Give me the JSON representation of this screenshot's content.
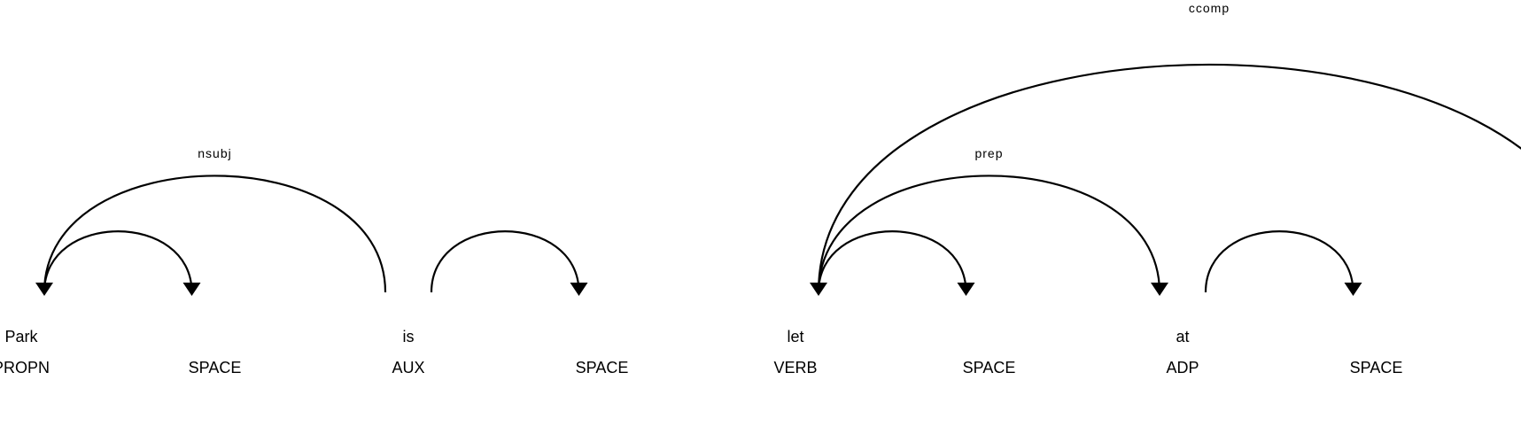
{
  "tokens": [
    {
      "text": "Park",
      "tag": "PROPN"
    },
    {
      "text": "",
      "tag": "SPACE"
    },
    {
      "text": "is",
      "tag": "AUX"
    },
    {
      "text": "",
      "tag": "SPACE"
    },
    {
      "text": "let",
      "tag": "VERB"
    },
    {
      "text": "",
      "tag": "SPACE"
    },
    {
      "text": "at",
      "tag": "ADP"
    },
    {
      "text": "",
      "tag": "SPACE"
    }
  ],
  "arcs": [
    {
      "label": "",
      "start": 0,
      "end": 1,
      "dir": "right"
    },
    {
      "label": "nsubj",
      "start": 0,
      "end": 2,
      "dir": "left"
    },
    {
      "label": "",
      "start": 2,
      "end": 3,
      "dir": "right"
    },
    {
      "label": "",
      "start": 4,
      "end": 5,
      "dir": "right"
    },
    {
      "label": "prep",
      "start": 4,
      "end": 6,
      "dir": "right"
    },
    {
      "label": "ccomp",
      "start": 4,
      "end": 8,
      "dir": "left"
    },
    {
      "label": "",
      "start": 6,
      "end": 7,
      "dir": "right"
    }
  ]
}
